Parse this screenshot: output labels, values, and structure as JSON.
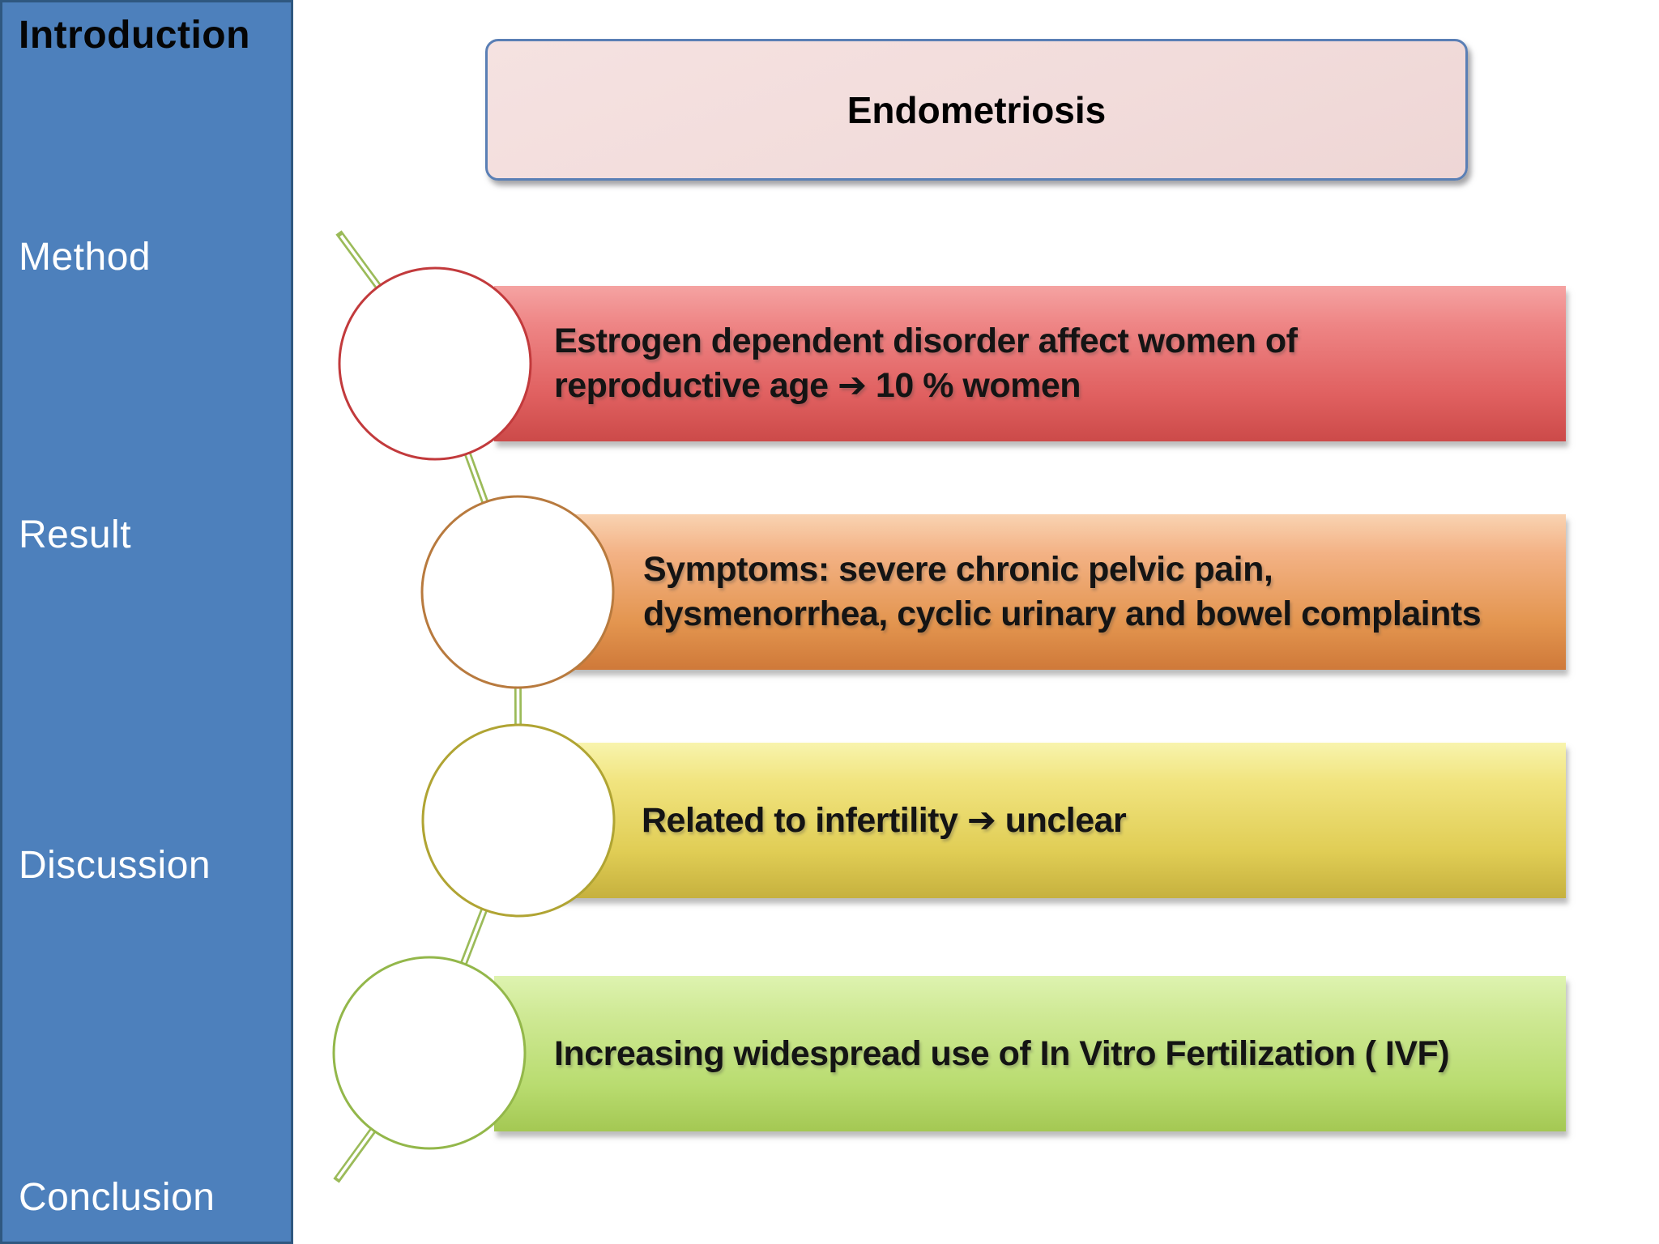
{
  "sidebar": {
    "items": [
      {
        "label": "Introduction",
        "active": true
      },
      {
        "label": "Method",
        "active": false
      },
      {
        "label": "Result",
        "active": false
      },
      {
        "label": "Discussion",
        "active": false
      },
      {
        "label": "Conclusion",
        "active": false
      }
    ],
    "colors": {
      "background": "#4d80bc",
      "border": "#2f5880",
      "active_text": "#050505",
      "text": "#ffffff"
    }
  },
  "title_box": {
    "label": "Endometriosis",
    "fill": "#f2dcdb",
    "border": "#5a7fb5",
    "text_color": "#000000"
  },
  "diagram": {
    "connector": {
      "color": "#9bbb59",
      "inner": "#ffffff"
    },
    "items": [
      {
        "text": "Estrogen dependent disorder affect women of\nreproductive age ➔ 10 % women",
        "circle_color": "#c23a3c",
        "gradient": [
          "#f5a3a2",
          "#ee8585",
          "#e06060",
          "#cc4a49"
        ]
      },
      {
        "text": "Symptoms: severe chronic pelvic pain,\ndysmenorrhea, cyclic urinary and bowel complaints",
        "circle_color": "#b87a3e",
        "gradient": [
          "#f9d3b2",
          "#f3b285",
          "#e3954f",
          "#cf7939"
        ]
      },
      {
        "text": "Related to infertility ➔ unclear",
        "circle_color": "#b0a433",
        "gradient": [
          "#f8f4ad",
          "#f1e47f",
          "#e0cd55",
          "#c6b13e"
        ]
      },
      {
        "text": "Increasing widespread use of In Vitro Fertilization ( IVF)",
        "circle_color": "#93b74a",
        "gradient": [
          "#def3b0",
          "#cfe995",
          "#b9dc70",
          "#a4c853"
        ]
      }
    ]
  }
}
